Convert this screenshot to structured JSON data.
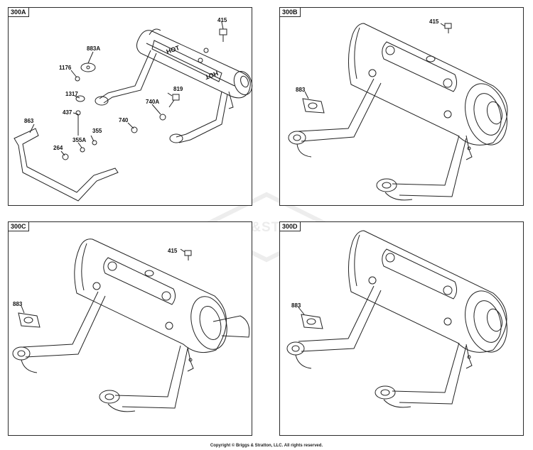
{
  "panels": {
    "a": {
      "tag": "300A",
      "callouts": {
        "c415": "415",
        "c883a": "883A",
        "c1176": "1176",
        "c1317": "1317",
        "c819": "819",
        "c740a": "740A",
        "c437": "437",
        "c740": "740",
        "c863": "863",
        "c355": "355",
        "c355a": "355A",
        "c264": "264"
      },
      "hot_labels": [
        "HOT",
        "HOT"
      ]
    },
    "b": {
      "tag": "300B",
      "callouts": {
        "c415": "415",
        "c883": "883"
      }
    },
    "c": {
      "tag": "300C",
      "callouts": {
        "c415": "415",
        "c883": "883"
      }
    },
    "d": {
      "tag": "300D",
      "callouts": {
        "c883": "883"
      }
    }
  },
  "watermark": "BRIGGS&STRATTON",
  "copyright": "Copyright © Briggs & Stratton, LLC. All rights reserved."
}
